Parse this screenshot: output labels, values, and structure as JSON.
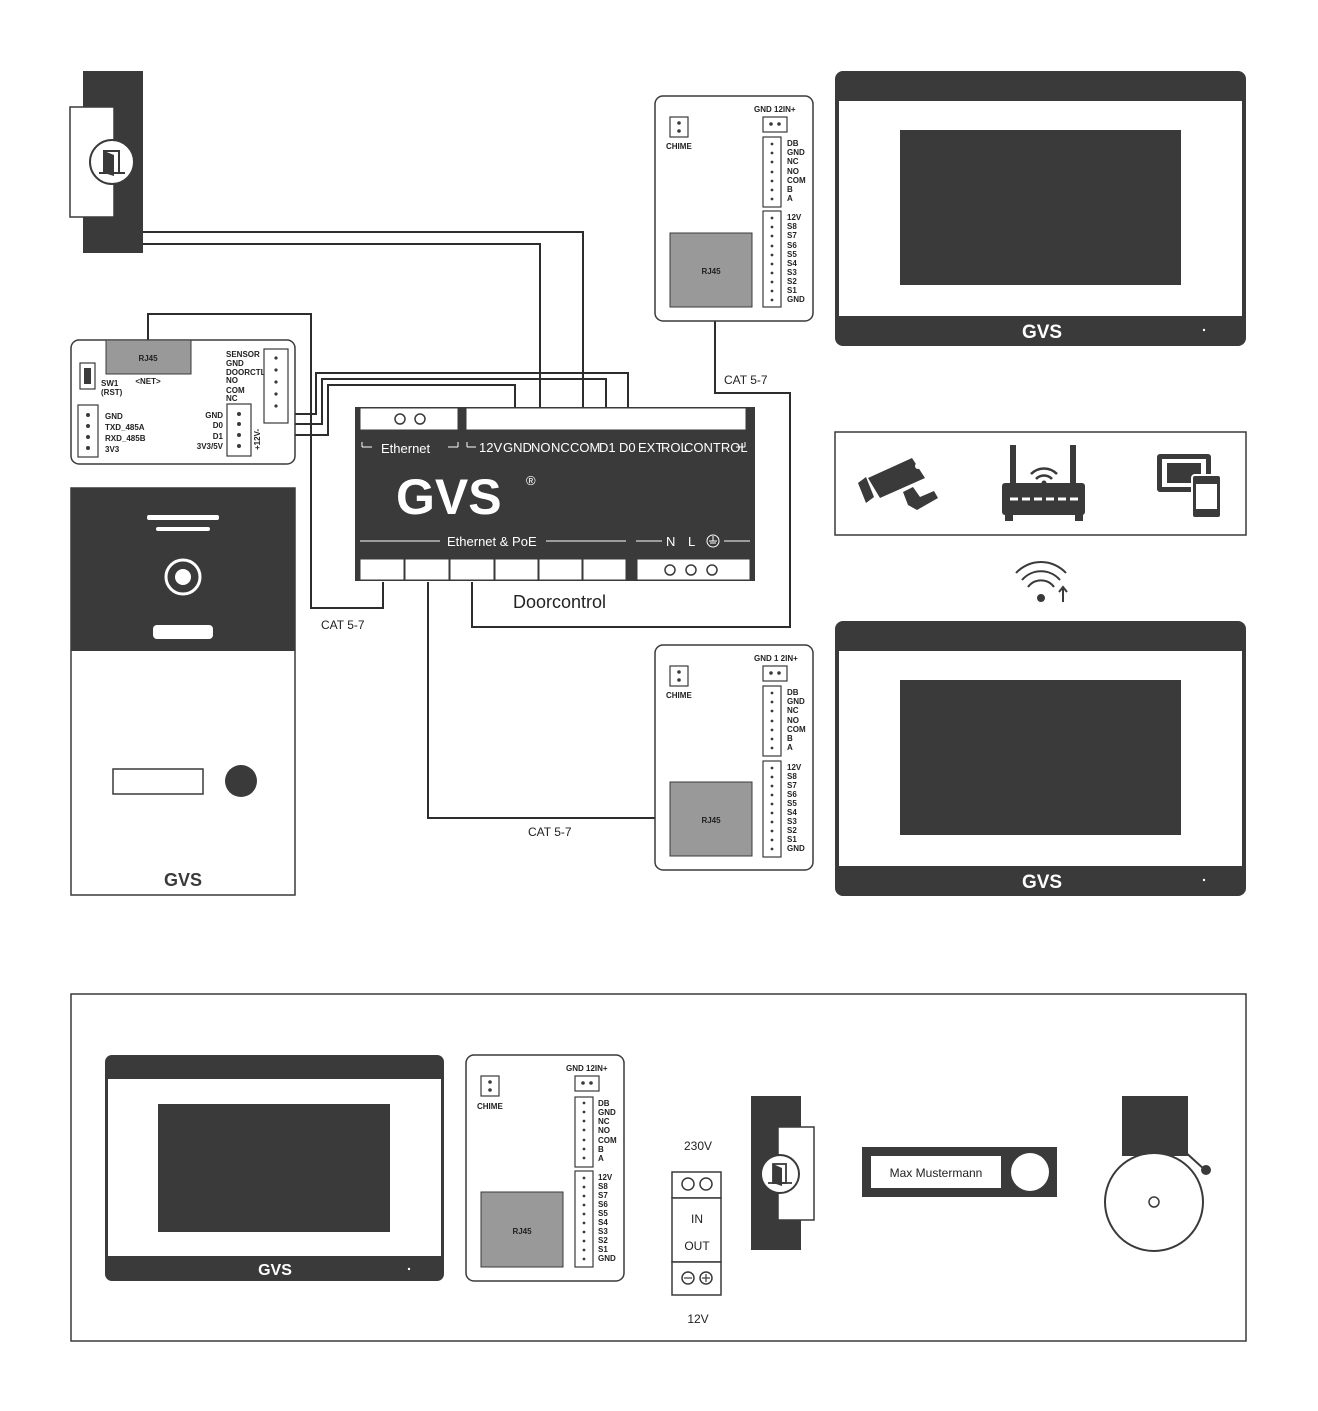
{
  "doorcontrol": {
    "brand": "GVS",
    "registered": "®",
    "ethernet_label": "Ethernet",
    "top_terminals": [
      "12V",
      "GND",
      "NO",
      "NC",
      "COM",
      "D1",
      "D0",
      "EXT",
      "ROL",
      "CONTROL"
    ],
    "poe_label": "Ethernet & PoE",
    "power_terminals": [
      "N",
      "L"
    ],
    "caption": "Doorcontrol"
  },
  "cables": {
    "cat_left": "CAT 5-7",
    "cat_top": "CAT 5-7",
    "cat_bottom": "CAT 5-7"
  },
  "reader_board": {
    "rj45": "RJ45",
    "net": "<NET>",
    "sw1": "SW1",
    "rst": "(RST)",
    "left_pins": [
      "GND",
      "TXD_485A",
      "RXD_485B",
      "3V3"
    ],
    "right_pins": [
      "SENSOR",
      "GND",
      "DOORCTL",
      "NO",
      "COM",
      "NC"
    ],
    "data_pins": [
      "GND",
      "D0",
      "D1",
      "3V3/5V"
    ],
    "vertical": "+12V-"
  },
  "monitor_board": {
    "power_header": "GND 12IN+",
    "power_header_alt": "GND 1 2IN+",
    "chime": "CHIME",
    "rj45": "RJ45",
    "pins_a": [
      "DB",
      "GND",
      "NC",
      "NO",
      "COM",
      "B",
      "A"
    ],
    "pins_b": [
      "12V",
      "S8",
      "S7",
      "S6",
      "S5",
      "S4",
      "S3",
      "S2",
      "S1",
      "GND"
    ]
  },
  "monitor": {
    "brand": "GVS"
  },
  "outdoor_station": {
    "brand": "GVS"
  },
  "bottom": {
    "v230": "230V",
    "in": "IN",
    "out": "OUT",
    "v12": "12V",
    "nameplate": "Max Mustermann"
  },
  "icons": [
    "door-opener-icon",
    "camera-icon",
    "router-icon",
    "tablet-phone-icon",
    "wifi-icon",
    "bell-icon"
  ],
  "colors": {
    "dark": "#3a3a3a",
    "rj45": "#999999",
    "line": "#2d2d2d"
  }
}
